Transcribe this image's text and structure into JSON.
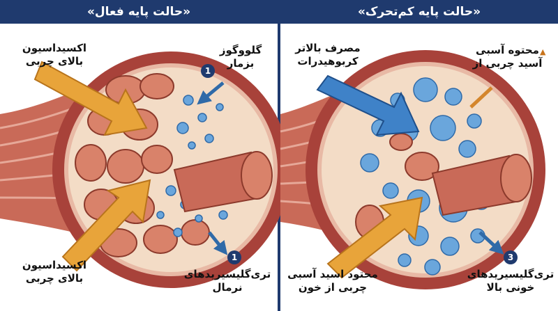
{
  "left_panel": {
    "title": "«حالت پایه فعال»",
    "label_top_left": "اکسیداسیون\nبالای چربی",
    "label_bottom_left": "اکسیداسیون\nبالای چربی",
    "label_top_right": "گلووگوز\nبزمار",
    "label_bottom_right": "تری‌گلیسیریدهای\nنرمال",
    "badge_top": "1",
    "badge_bottom": "1"
  },
  "right_panel": {
    "title": "«حالت پایه کم‌تحرک»",
    "label_top_left": "مصرف بالاتر\nکربوهیدرات",
    "label_bottom_left": "محتود اسید آسبی\nچربی از خون",
    "label_top_right": "محتوه آسبی\nآسید چربی از",
    "label_bottom_right": "تری‌گلیسیریدهای\nخونی بالا",
    "badge_bottom": "3"
  },
  "colors": {
    "header": "#1f3a6e",
    "orange_arrow": "#e8a43a",
    "blue_arrow": "#3f82c8",
    "lipid": "#6aa6dc",
    "mitochondria": "#d9826a",
    "muscle": "#c96a58"
  }
}
